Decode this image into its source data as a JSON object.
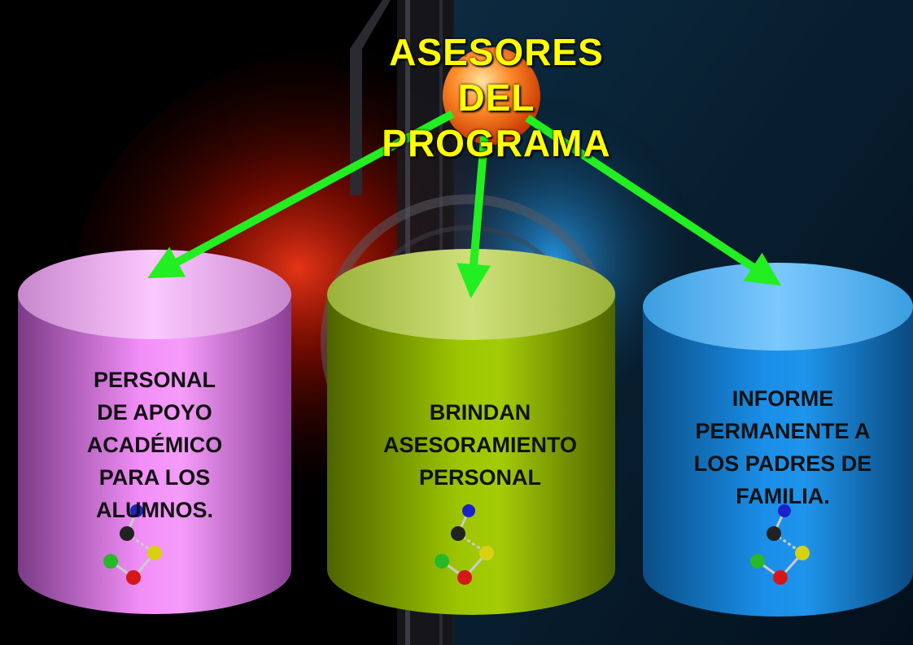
{
  "title": {
    "lines": [
      "ASESORES",
      "DEL",
      "PROGRAMA"
    ]
  },
  "nodes": [
    {
      "lines": [
        "PERSONAL",
        "DE APOYO",
        "ACADÉMICO",
        "PARA LOS",
        "ALUMNOS."
      ],
      "color": "#e07ee8"
    },
    {
      "lines": [
        "BRINDAN",
        "ASESORAMIENTO",
        "PERSONAL"
      ],
      "color": "#8fb300"
    },
    {
      "lines": [
        "INFORME",
        "PERMANENTE A",
        "LOS PADRES DE",
        "FAMILIA."
      ],
      "color": "#1a84d6"
    }
  ],
  "colors": {
    "arrow": "#22ee22",
    "title": "#ffff00",
    "hub": "#ff7a1a"
  },
  "icons": [
    "molecule-icon",
    "molecule-icon",
    "molecule-icon"
  ]
}
